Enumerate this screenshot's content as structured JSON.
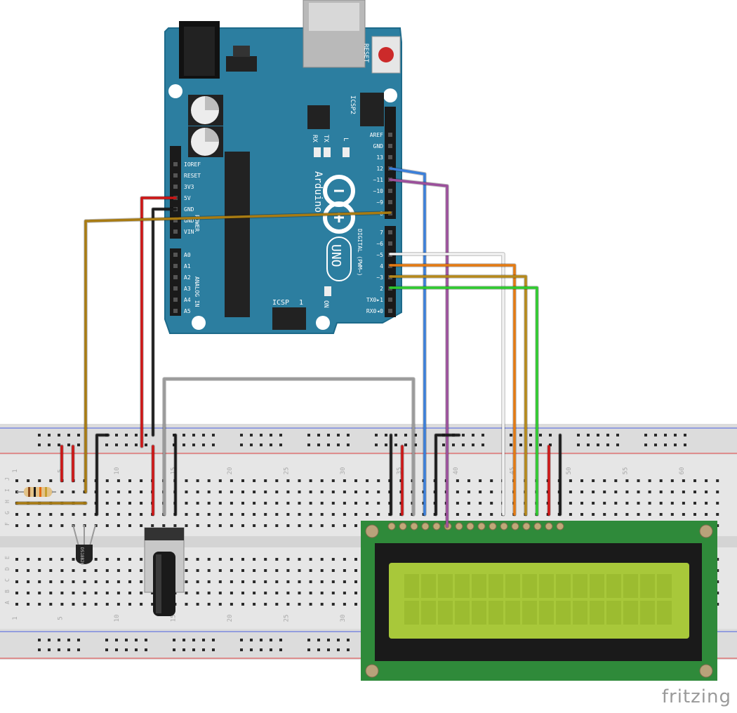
{
  "arduino": {
    "brand": "Arduino",
    "model": "UNO",
    "reset_label": "RESET",
    "icsp2_label": "ICSP2",
    "icsp_label": "ICSP",
    "icsp_pin1": "1",
    "tx_label": "TX",
    "rx_label": "RX",
    "l_label": "L",
    "on_label": "ON",
    "power_label": "POWER",
    "analog_label": "ANALOG IN",
    "digital_label": "DIGITAL (PWM~)",
    "power_pins": [
      "IOREF",
      "RESET",
      "3V3",
      "5V",
      "GND",
      "GND",
      "VIN"
    ],
    "analog_pins": [
      "A0",
      "A1",
      "A2",
      "A3",
      "A4",
      "A5"
    ],
    "digital_upper": [
      "AREF",
      "GND",
      "13",
      "12",
      "~11",
      "~10",
      "~9",
      "8"
    ],
    "digital_lower": [
      "7",
      "~6",
      "~5",
      "4",
      "~3",
      "2",
      "TX0▸1",
      "RX0◂0"
    ]
  },
  "breadboard": {
    "column_numbers": [
      "1",
      "5",
      "10",
      "15",
      "20",
      "25",
      "30",
      "35",
      "40",
      "45",
      "50",
      "55",
      "60"
    ],
    "rows_top": [
      "J",
      "I",
      "H",
      "G",
      "F"
    ],
    "rows_bottom": [
      "E",
      "D",
      "C",
      "B",
      "A"
    ]
  },
  "sensor": {
    "label": "DS18B20"
  },
  "colors": {
    "board": "#2c7ea0",
    "wire_red": "#cc1414",
    "wire_black": "#1a1a1a",
    "wire_brown": "#a87b12",
    "wire_gray": "#9a9a9a",
    "wire_blue": "#3b7fd9",
    "wire_purple": "#9b4f9b",
    "wire_white": "#f2f2f2",
    "wire_orange": "#e47a12",
    "wire_olive": "#b6891a",
    "wire_green": "#2ecb2e",
    "lcd_screen": "#a8c83a",
    "lcd_pcb": "#2f8a3a"
  },
  "watermark": "fritzing"
}
